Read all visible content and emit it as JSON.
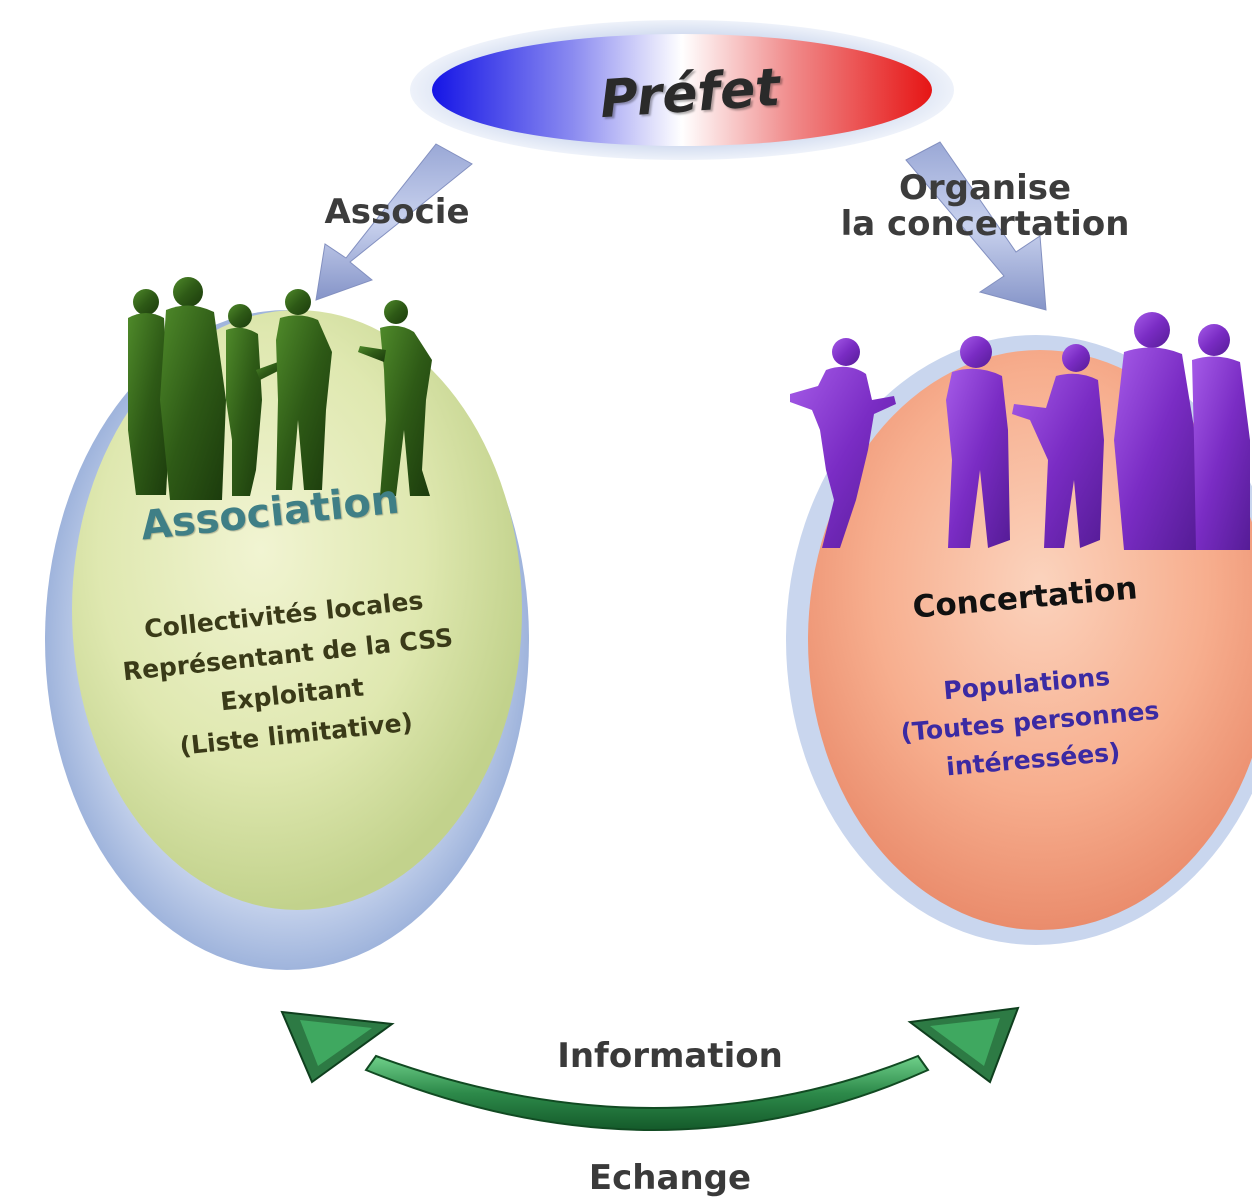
{
  "prefet": {
    "label": "Préfet"
  },
  "arrows": {
    "associe": "Associe",
    "organise_line1": "Organise",
    "organise_line2": "la concertation"
  },
  "association": {
    "title": "Association",
    "lines": [
      "Collectivités locales",
      "Représentant de  la CSS",
      "Exploitant",
      "(Liste limitative)"
    ]
  },
  "concertation": {
    "title": "Concertation",
    "lines": [
      "Populations",
      "(Toutes personnes",
      "intéressées)"
    ]
  },
  "bottom": {
    "information": "Information",
    "echange": "Echange"
  },
  "colors": {
    "prefet_left": "#1515e6",
    "prefet_right": "#e61515",
    "association_fill": "#d9e6a6",
    "concertation_fill": "#f7a98a",
    "association_people": "#2e5a16",
    "concertation_people": "#7a2cc4",
    "exchange_arrow": "#2d8a4a"
  },
  "icons": {
    "association_people": "people-group-icon",
    "concertation_people": "people-group-icon"
  }
}
